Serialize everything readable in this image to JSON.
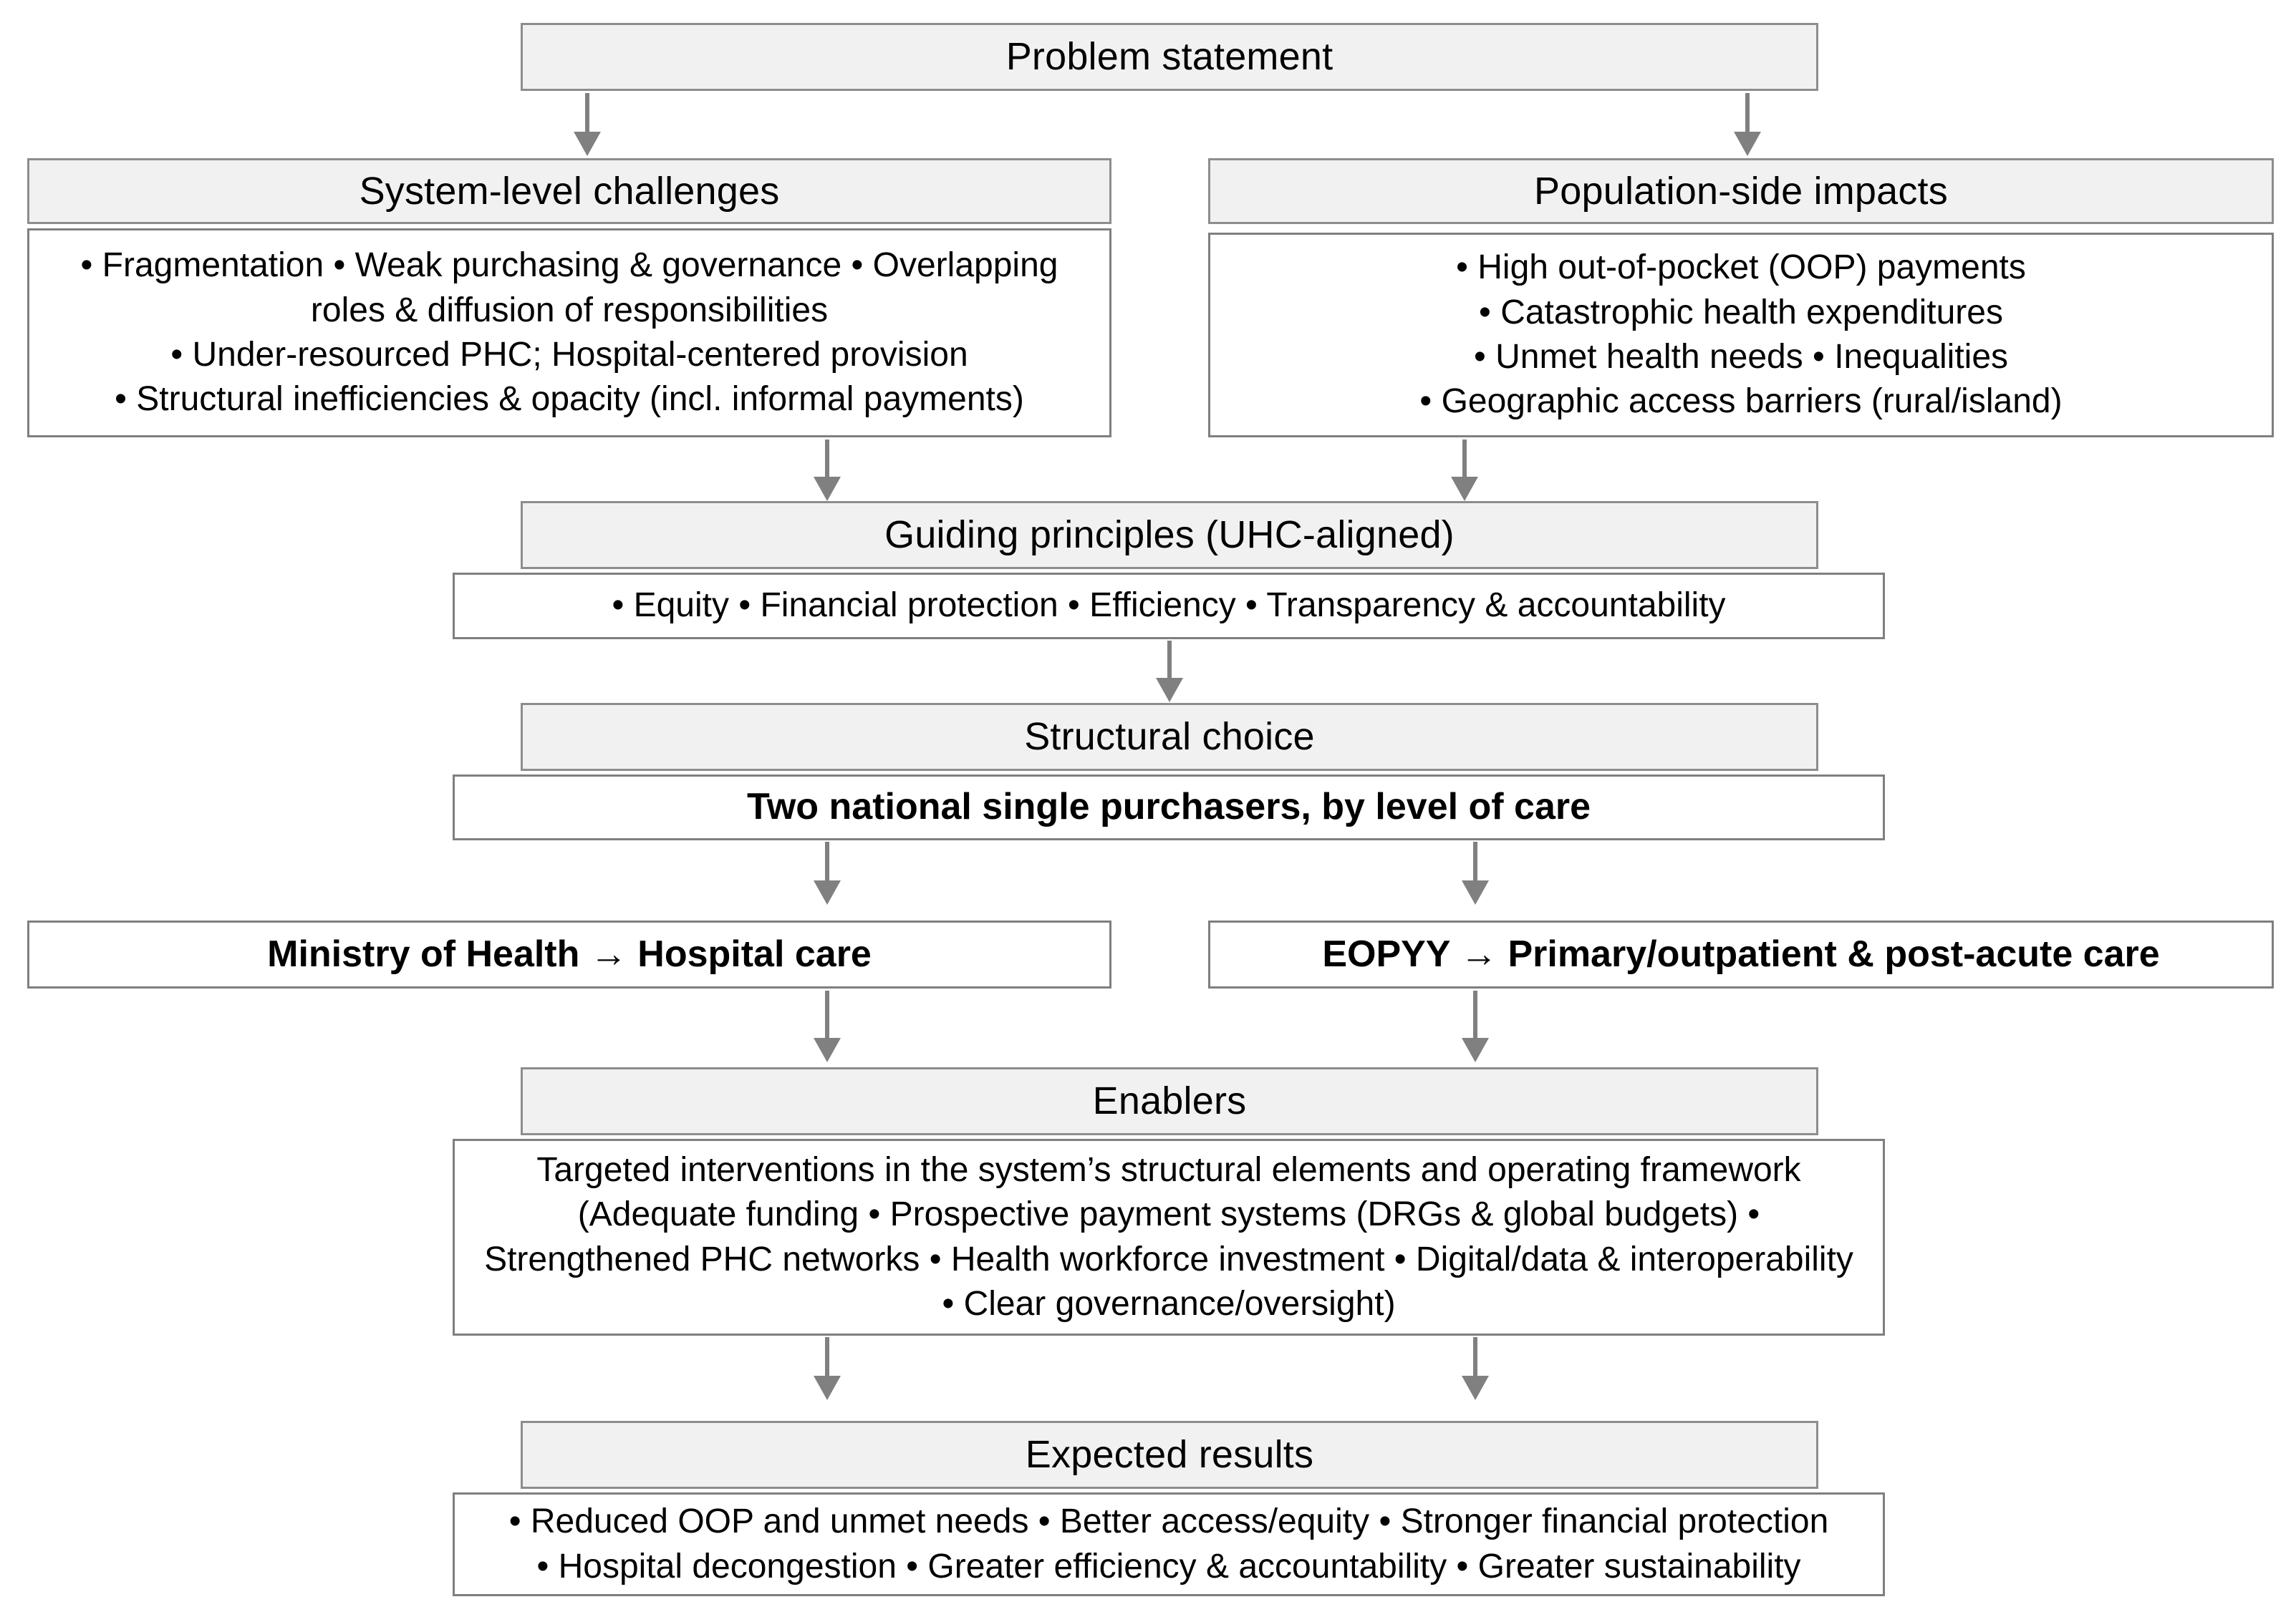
{
  "diagram": {
    "type": "flowchart",
    "title": "Problem statement",
    "accent_colors": {
      "header_fill": "#F1F1F1",
      "body_fill": "#FFFFFF",
      "border": "#7F7F7F",
      "arrow": "#808080",
      "text": "#000000"
    },
    "nodes": {
      "problem_statement": {
        "label": "Problem statement"
      },
      "system_level_challenges": {
        "header": "System-level challenges",
        "body": "• Fragmentation • Weak purchasing & governance • Overlapping roles & diffusion of responsibilities\n• Under-resourced PHC; Hospital-centered provision\n• Structural inefficiencies & opacity (incl. informal payments)",
        "bullets": [
          "Fragmentation",
          "Weak purchasing & governance",
          "Overlapping roles & diffusion of responsibilities",
          "Under-resourced PHC; Hospital-centered provision",
          "Structural inefficiencies & opacity (incl. informal payments)"
        ]
      },
      "population_side_impacts": {
        "header": "Population-side impacts",
        "body": "• High out-of-pocket (OOP) payments\n• Catastrophic health expenditures\n• Unmet health needs • Inequalities\n• Geographic access barriers (rural/island)",
        "bullets": [
          "High out-of-pocket (OOP) payments",
          "Catastrophic health expenditures",
          "Unmet health needs",
          "Inequalities",
          "Geographic access barriers (rural/island)"
        ]
      },
      "guiding_principles": {
        "header": "Guiding principles (UHC-aligned)",
        "body": "• Equity • Financial protection • Efficiency • Transparency & accountability",
        "bullets": [
          "Equity",
          "Financial protection",
          "Efficiency",
          "Transparency & accountability"
        ]
      },
      "structural_choice": {
        "header": "Structural choice",
        "body": "Two national single purchasers, by level of care"
      },
      "purchaser_moh": {
        "label": "Ministry of Health → Hospital care"
      },
      "purchaser_eopyy": {
        "label": "EOPYY → Primary/outpatient & post-acute care"
      },
      "enablers": {
        "header": "Enablers",
        "body": "Targeted interventions in the system’s structural elements and operating framework (Adequate funding • Prospective payment systems (DRGs & global budgets) • Strengthened PHC networks • Health workforce investment  • Digital/data & interoperability • Clear governance/oversight)"
      },
      "expected_results": {
        "header": "Expected results",
        "body": "• Reduced OOP and unmet needs • Better access/equity • Stronger financial protection\n• Hospital decongestion • Greater efficiency & accountability • Greater sustainability",
        "bullets": [
          "Reduced OOP and unmet needs",
          "Better access/equity",
          "Stronger financial protection",
          "Hospital decongestion",
          "Greater efficiency & accountability",
          "Greater sustainability"
        ]
      }
    },
    "edges": [
      {
        "from": "problem_statement",
        "to": "system_level_challenges"
      },
      {
        "from": "problem_statement",
        "to": "population_side_impacts"
      },
      {
        "from": "system_level_challenges",
        "to": "guiding_principles"
      },
      {
        "from": "population_side_impacts",
        "to": "guiding_principles"
      },
      {
        "from": "guiding_principles",
        "to": "structural_choice"
      },
      {
        "from": "structural_choice",
        "to": "purchaser_moh"
      },
      {
        "from": "structural_choice",
        "to": "purchaser_eopyy"
      },
      {
        "from": "purchaser_moh",
        "to": "enablers"
      },
      {
        "from": "purchaser_eopyy",
        "to": "enablers"
      },
      {
        "from": "enablers",
        "to": "expected_results"
      },
      {
        "from": "enablers",
        "to": "expected_results"
      }
    ]
  }
}
